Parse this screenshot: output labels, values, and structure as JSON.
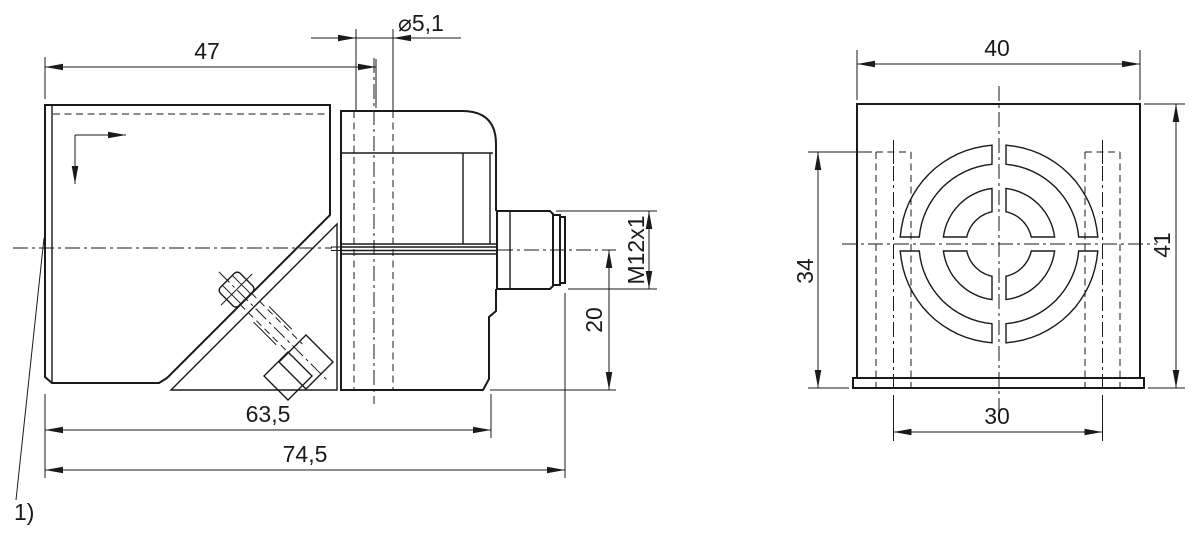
{
  "colors": {
    "ink": "#1a1a1a",
    "background": "#ffffff"
  },
  "views": {
    "side": {
      "dims": {
        "face_to_hole_center": "47",
        "hole_diameter": "⌀5,1",
        "connector_thread": "M12x1",
        "connector_axis_height": "20",
        "body_length": "63,5",
        "total_length": "74,5"
      },
      "footnote_ref": "1)"
    },
    "front": {
      "dims": {
        "width": "40",
        "height": "41",
        "slot_top_to_bottom": "34",
        "slot_center_spacing": "30"
      }
    }
  }
}
